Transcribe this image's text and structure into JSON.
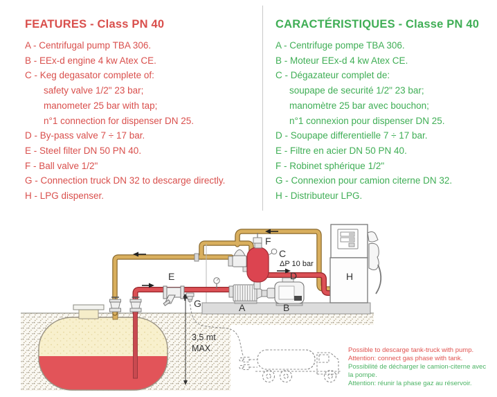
{
  "colors": {
    "red_text": "#d94f4c",
    "green_text": "#3fae55",
    "pipe_yellow": "#d9af5e",
    "pipe_yellow_outline": "#8a6a2f",
    "pipe_red": "#dc5156",
    "pipe_red_outline": "#97262b",
    "vessel_red": "#dc4450",
    "tank_cream": "#f8f0cd",
    "liquid_red": "#e25459",
    "platform_gray": "#dcdcdc"
  },
  "features_en": {
    "title": "FEATURES - Class PN 40",
    "items": [
      {
        "text": "A - Centrifugal pump TBA 306."
      },
      {
        "text": "B - EEx-d engine 4 kw  Atex  CE."
      },
      {
        "text": "C - Keg degasator complete of:"
      },
      {
        "text": "safety valve 1/2\" 23 bar;"
      },
      {
        "text": "manometer 25 bar with tap;"
      },
      {
        "text": "n°1 connection for dispenser DN 25."
      },
      {
        "text": "D - By-pass valve 7 ÷ 17  bar."
      },
      {
        "text": "E - Steel filter DN 50 PN 40."
      },
      {
        "text": "F - Ball valve 1/2\""
      },
      {
        "text": "G - Connection truck DN 32 to descarge directly."
      },
      {
        "text": "H - LPG  dispenser."
      }
    ]
  },
  "features_fr": {
    "title": "CARACTÉRISTIQUES - Classe PN 40",
    "items": [
      {
        "text": "A - Centrifuge pompe TBA 306."
      },
      {
        "text": "B - Moteur EEx-d 4 kw  Atex  CE."
      },
      {
        "text": "C - Dégazateur complet de:"
      },
      {
        "text": "soupape de securité 1/2\" 23 bar;"
      },
      {
        "text": "manomètre 25 bar avec bouchon;"
      },
      {
        "text": "n°1 connexion pour dispenser DN 25."
      },
      {
        "text": "D - Soupape differentielle 7 ÷ 17  bar."
      },
      {
        "text": "E - Filtre en acier DN 50  PN 40."
      },
      {
        "text": "F - Robinet sphérique 1/2\""
      },
      {
        "text": "G - Connexion pour camion citerne DN 32."
      },
      {
        "text": "H - Distributeur LPG."
      }
    ]
  },
  "diagram": {
    "labels": {
      "pump": "A",
      "motor": "B",
      "manometer": "C",
      "bypass": "D",
      "filter": "E",
      "safety_valve": "F",
      "truck_connection": "G",
      "dispenser": "H",
      "delta_p": "ΔP 10 bar",
      "depth": "3,5 mt",
      "depth_max": "MAX"
    }
  },
  "notes": [
    {
      "text": "Possible to descarge tank-truck with pump."
    },
    {
      "text": "Attention: connect gas phase with tank."
    },
    {
      "text": "Possibilité de décharger le camion-citerne avec"
    },
    {
      "text": "la pompe."
    },
    {
      "text": "Attention:  réunir la phase gaz au réservoir."
    }
  ]
}
